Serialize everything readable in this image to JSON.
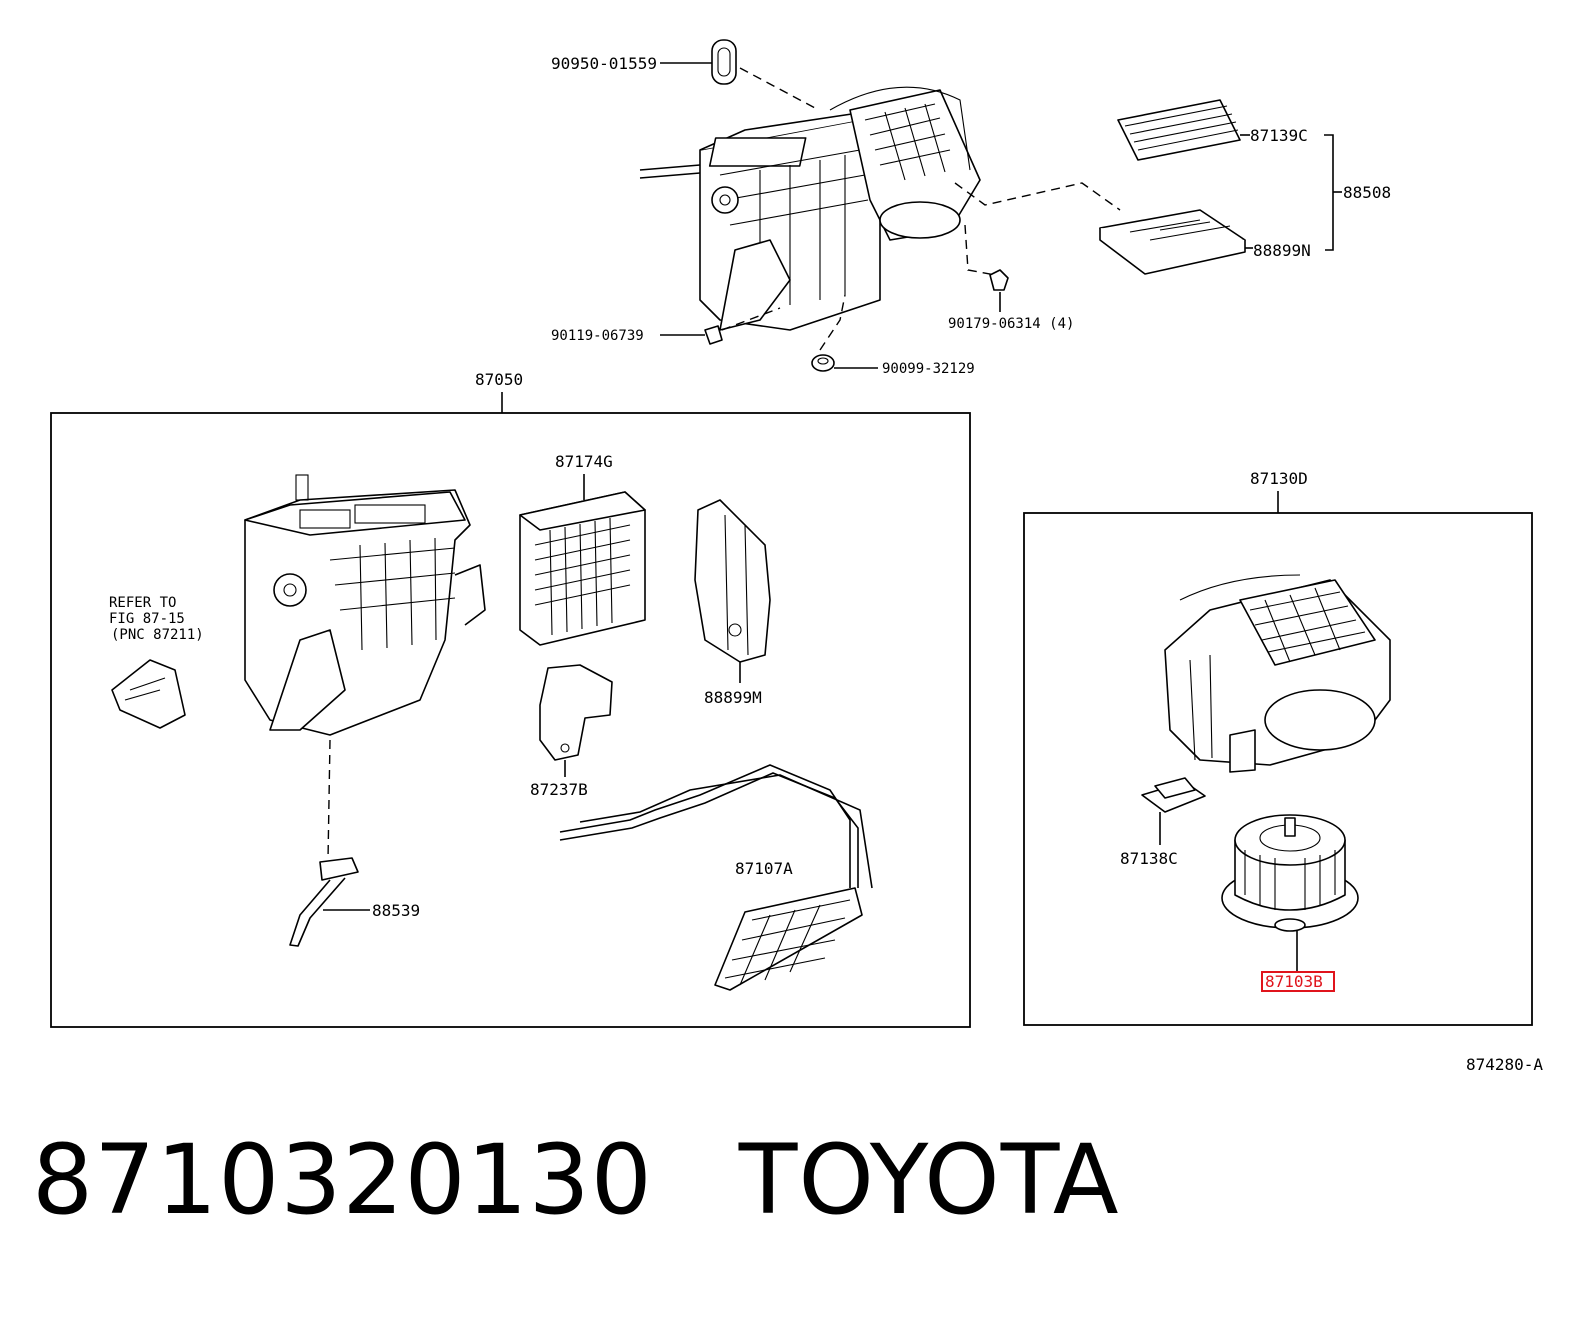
{
  "labels": {
    "p90950": "90950-01559",
    "p87139c": "87139C",
    "p88508": "88508",
    "p88899n": "88899N",
    "p90179": "90179-06314 (4)",
    "p90119": "90119-06739",
    "p90099": "90099-32129",
    "p87050": "87050",
    "p87174g": "87174G",
    "refer1": "REFER TO",
    "refer2": "FIG 87-15",
    "refer3": "(PNC 87211)",
    "p88899m": "88899M",
    "p87237b": "87237B",
    "p87107a": "87107A",
    "p88539": "88539",
    "p87130d": "87130D",
    "p87138c": "87138C",
    "p87103b": "87103B",
    "figure_id": "874280-A"
  },
  "footer": {
    "part_number": "8710320130",
    "brand": "TOYOTA"
  },
  "colors": {
    "line": "#000000",
    "highlight": "#e0141c",
    "background": "#ffffff"
  }
}
